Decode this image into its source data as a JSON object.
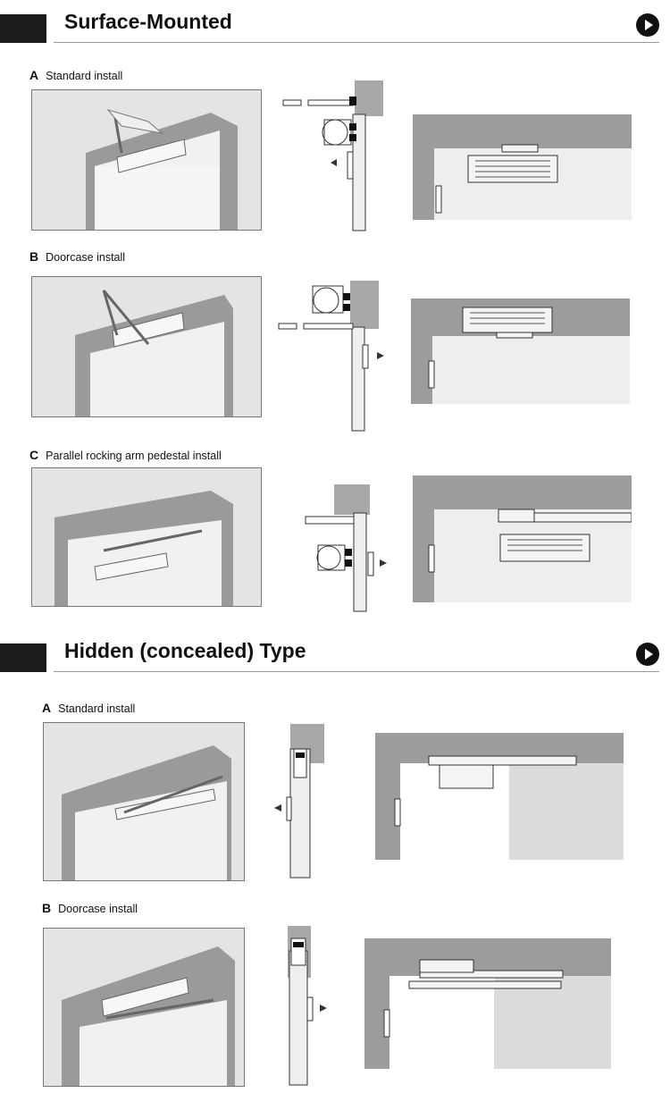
{
  "sections": [
    {
      "title": "Surface-Mounted",
      "installs": [
        {
          "letter": "A",
          "text": "Standard install"
        },
        {
          "letter": "B",
          "text": "Doorcase install"
        },
        {
          "letter": "C",
          "text": "Parallel rocking arm pedestal install"
        }
      ]
    },
    {
      "title": "Hidden (concealed) Type",
      "installs": [
        {
          "letter": "A",
          "text": "Standard install"
        },
        {
          "letter": "B",
          "text": "Doorcase install"
        }
      ]
    }
  ],
  "icons": {
    "next": "play-arrow-icon"
  },
  "colors": {
    "header_tab": "#1c1c1c",
    "wall": "#9c9c9c",
    "ceiling": "#c8c8c8",
    "door": "#eeeeee"
  }
}
